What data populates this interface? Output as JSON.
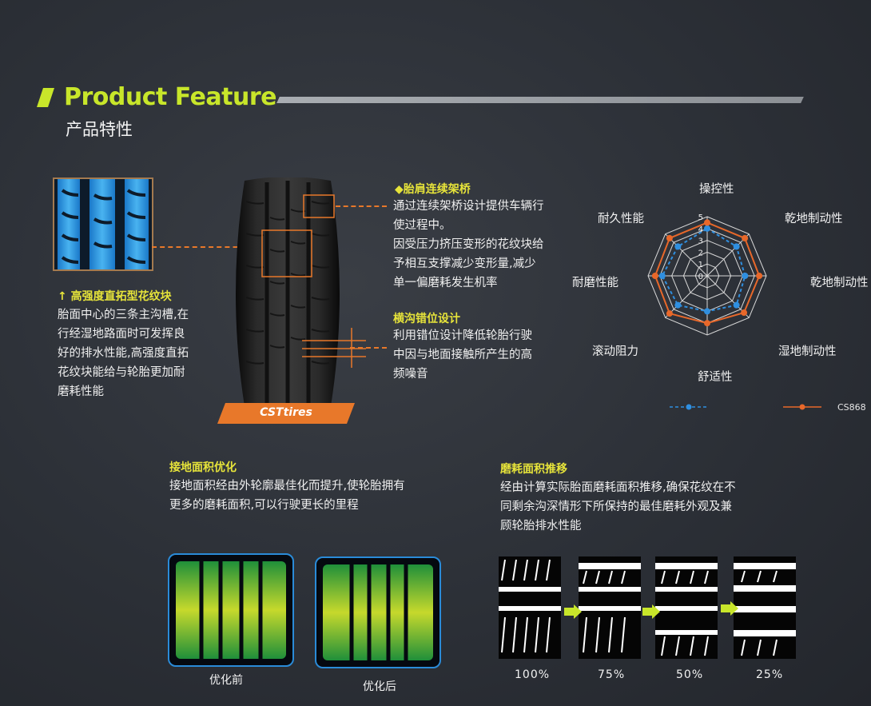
{
  "header": {
    "title_en": "Product Feature",
    "title_cn": "产品特性"
  },
  "tire": {
    "brand_label": "CSTtires"
  },
  "features": {
    "shoulder": {
      "heading": "◆胎肩连续架桥",
      "body": "通过连续架桥设计提供车辆行\n使过程中。\n因受压力挤压变形的花纹块给\n予相互支撑减少变形量,减少\n单一偏磨耗发生机率"
    },
    "groove": {
      "heading": "横沟错位设计",
      "body": "利用错位设计降低轮胎行驶\n中因与地面接触所产生的高\n频噪音"
    },
    "rib": {
      "heading": "↑ 高强度直拓型花纹块",
      "body": "胎面中心的三条主沟槽,在\n行经湿地路面时可发挥良\n好的排水性能,高强度直拓\n花纹块能给与轮胎更加耐\n磨耗性能"
    },
    "contact": {
      "heading": "接地面积优化",
      "body": "接地面积经由外轮廓最佳化而提升,使轮胎拥有\n更多的磨耗面积,可以行驶更长的里程"
    },
    "wear": {
      "heading": "磨耗面积推移",
      "body": "经由计算实际胎面磨耗面积推移,确保花纹在不\n同剩余沟深情形下所保持的最佳磨耗外观及兼\n顾轮胎排水性能"
    }
  },
  "chart_data": {
    "type": "radar",
    "axes": [
      "操控性",
      "乾地制动性",
      "乾地制动性",
      "湿地制动性",
      "舒适性",
      "滚动阻力",
      "耐磨性能",
      "耐久性能"
    ],
    "rticks": [
      "0",
      "1",
      "2",
      "3",
      "4",
      "5"
    ],
    "rlim": [
      0,
      5
    ],
    "series": [
      {
        "name": "",
        "color": "#2f8fe0",
        "style": "dashed",
        "values": [
          4,
          3.5,
          3.2,
          3.5,
          3,
          3.5,
          3.8,
          3.5
        ]
      },
      {
        "name": "CS868",
        "color": "#e8682a",
        "style": "solid",
        "values": [
          4.5,
          4.5,
          4.4,
          4.4,
          4,
          4.5,
          4.4,
          4.5
        ]
      }
    ],
    "legend_position": "bottom"
  },
  "footprints": {
    "before_label": "优化前",
    "after_label": "优化后"
  },
  "wear_steps": [
    "100%",
    "75%",
    "50%",
    "25%"
  ],
  "colors": {
    "accent_green": "#c8e62a",
    "heading_yellow": "#e7e43a",
    "orange": "#e8782a",
    "blue": "#2f8fe0"
  }
}
